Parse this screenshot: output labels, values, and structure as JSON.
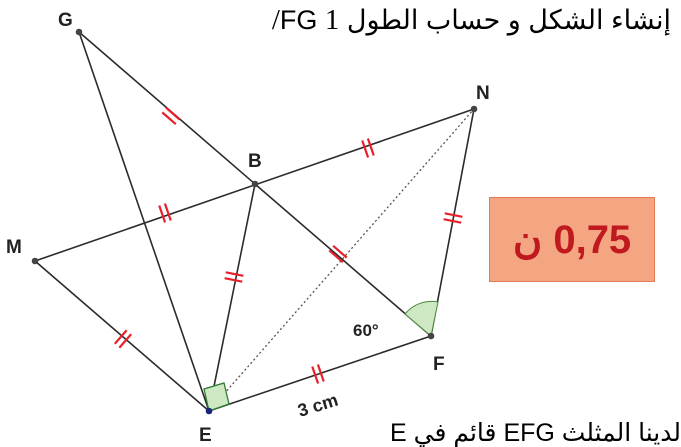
{
  "heading": {
    "number": "1/",
    "text": "إنشاء الشكل و حساب الطول FG"
  },
  "footer_text": "لدينا المثلث EFG قائم في E",
  "score": "0,75 ن",
  "labels": {
    "G": "G",
    "N": "N",
    "B": "B",
    "M": "M",
    "E": "E",
    "F": "F",
    "angle": "60°",
    "length": "3 cm"
  },
  "colors": {
    "lines": "#2b2b2b",
    "ticks": "#e8202a",
    "angle_fill": "#cfe8c4",
    "right_angle": "#2e7d32",
    "point_E": "#1a237e"
  }
}
